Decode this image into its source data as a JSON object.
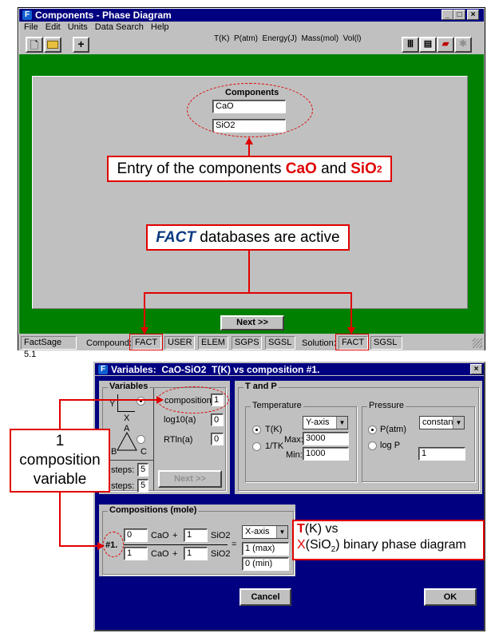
{
  "main_window": {
    "title": "Components - Phase Diagram",
    "menu": [
      "File",
      "Edit",
      "Units",
      "Data Search",
      "Help"
    ],
    "units": "T(K)  P(atm)  Energy(J)  Mass(mol)  Vol(l)",
    "toolbar": {
      "new": "new-document-icon",
      "open": "open-folder-icon",
      "add": "+"
    },
    "components_label": "Components",
    "components": [
      "CaO",
      "SiO2"
    ],
    "next_button": "Next >>",
    "status": {
      "version": "FactSage 5.1",
      "compound_label": "Compound:",
      "compound_dbs": [
        "FACT",
        "USER",
        "ELEM",
        "SGPS",
        "SGSL"
      ],
      "solution_label": "Solution:",
      "solution_dbs": [
        "FACT",
        "SGSL"
      ]
    }
  },
  "callouts": {
    "components": {
      "text": "Entry of the components ",
      "cao": "CaO",
      "and": " and ",
      "sio": "SiO",
      "sub": "2"
    },
    "fact": {
      "bold": "FACT",
      "rest": " databases are active"
    },
    "composition": {
      "line1": "1",
      "line2": "composition",
      "line3": "variable"
    },
    "defining": {
      "t": "T",
      "a": "(K) vs",
      "x": "X",
      "b": "(SiO",
      "sub": "2",
      "c": ") binary phase diagram"
    }
  },
  "variables_dialog": {
    "title": "Variables:  CaO-SiO2  T(K) vs composition #1.",
    "variables": {
      "label": "Variables",
      "axis_y": "Y",
      "axis_x": "X",
      "tri_a": "A",
      "tri_b": "B",
      "tri_c": "C",
      "composition_label": "composition",
      "composition_value": "1",
      "log10_label": "log10(a)",
      "log10_value": "0",
      "rtln_label": "RTln(a)",
      "rtln_value": "0",
      "steps_label": "steps:",
      "steps1": "5",
      "steps2": "5",
      "next": "Next >>"
    },
    "t_and_p": {
      "label": "T and P",
      "temperature": {
        "label": "Temperature",
        "opt1": "T(K)",
        "opt2": "1/TK",
        "axis": "Y-axis",
        "max_label": "Max:",
        "max": "3000",
        "min_label": "Min:",
        "min": "1000"
      },
      "pressure": {
        "label": "Pressure",
        "opt1": "P(atm)",
        "opt2": "log P",
        "mode": "constant",
        "value": "1"
      }
    },
    "compositions": {
      "label": "Compositions (mole)",
      "number": "#1.",
      "num": {
        "a": "0",
        "b": "1"
      },
      "den": {
        "a": "1",
        "b": "1"
      },
      "cao": "CaO",
      "sio2": "SiO2",
      "plus": "+",
      "eq": "=",
      "axis": "X-axis",
      "max": "1 (max)",
      "min": "0 (min)"
    },
    "cancel": "Cancel",
    "ok": "OK"
  },
  "colors": {
    "titlebar": "#000080",
    "green": "#008000",
    "annotation": "#e00000",
    "dialog_bg": "#000080"
  }
}
